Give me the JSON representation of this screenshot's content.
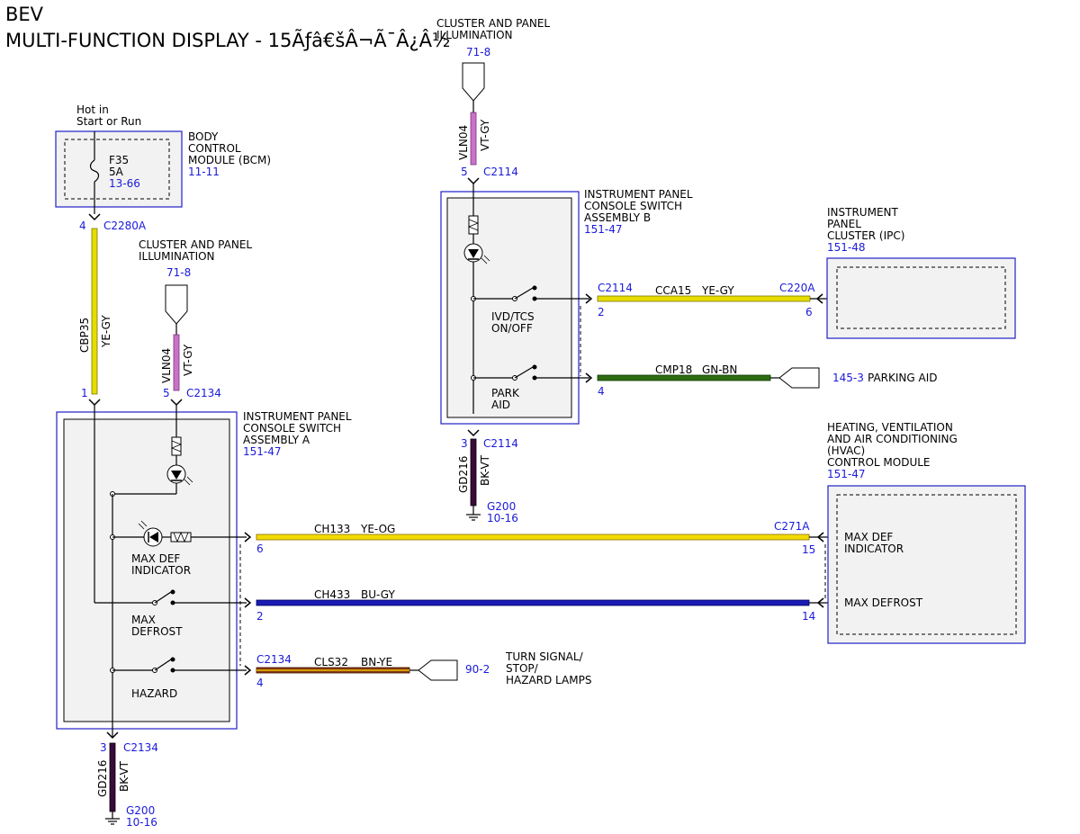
{
  "header": {
    "title_line1": "BEV",
    "title_line2": "MULTI-FUNCTION DISPLAY - 15Ãƒâ€šÂ¬Ã¯Â¿Â½"
  },
  "top_illum": {
    "line1": "CLUSTER AND PANEL",
    "line2": "ILLUMINATION",
    "ref": "71-8"
  },
  "left_illum": {
    "line1": "CLUSTER AND PANEL",
    "line2": "ILLUMINATION",
    "ref": "71-8"
  },
  "hot_in": {
    "line1": "Hot in",
    "line2": "Start or Run"
  },
  "bcm": {
    "name_line1": "BODY",
    "name_line2": "CONTROL",
    "name_line3": "MODULE (BCM)",
    "ref": "11-11",
    "fuse": "F35",
    "amps": "5A",
    "fuse_ref": "13-66"
  },
  "wires": {
    "cbp35": {
      "circuit": "CBP35",
      "color": "YE-GY",
      "pin_top": "4",
      "conn_top": "C2280A",
      "pin_bottom": "1"
    },
    "vln04_left": {
      "circuit": "VLN04",
      "color": "VT-GY",
      "pin": "5",
      "conn": "C2134"
    },
    "vln04_top": {
      "circuit": "VLN04",
      "color": "VT-GY",
      "pin": "5",
      "conn": "C2114"
    },
    "gd216_b": {
      "circuit": "GD216",
      "color": "BK-VT",
      "pin": "3",
      "conn": "C2114",
      "ground": "G200",
      "ground_ref": "10-16"
    },
    "gd216_a": {
      "circuit": "GD216",
      "color": "BK-VT",
      "pin": "3",
      "conn": "C2134",
      "ground": "G200",
      "ground_ref": "10-16"
    },
    "cca15": {
      "circuit": "CCA15",
      "color": "YE-GY",
      "left_conn": "C2114",
      "left_pin": "2",
      "right_conn": "C220A",
      "right_pin": "6"
    },
    "cmp18": {
      "circuit": "CMP18",
      "color": "GN-BN",
      "left_pin": "4",
      "dest_ref": "145-3",
      "dest": "PARKING AID"
    },
    "ch133": {
      "circuit": "CH133",
      "color": "YE-OG",
      "left_pin": "6",
      "right_conn": "C271A",
      "right_pin": "15"
    },
    "ch433": {
      "circuit": "CH433",
      "color": "BU-GY",
      "left_pin": "2",
      "right_pin": "14"
    },
    "cls32": {
      "circuit": "CLS32",
      "color": "BN-YE",
      "left_conn": "C2134",
      "left_pin": "4",
      "dest_ref": "90-2",
      "dest_line1": "TURN SIGNAL/",
      "dest_line2": "STOP/",
      "dest_line3": "HAZARD LAMPS"
    }
  },
  "switch_b": {
    "name_line1": "INSTRUMENT PANEL",
    "name_line2": "CONSOLE SWITCH",
    "name_line3": "ASSEMBLY B",
    "ref": "151-47",
    "sw1_line1": "IVD/TCS",
    "sw1_line2": "ON/OFF",
    "sw2_line1": "PARK",
    "sw2_line2": "AID"
  },
  "ipc": {
    "name_line1": "INSTRUMENT",
    "name_line2": "PANEL",
    "name_line3": "CLUSTER (IPC)",
    "ref": "151-48"
  },
  "switch_a": {
    "name_line1": "INSTRUMENT PANEL",
    "name_line2": "CONSOLE SWITCH",
    "name_line3": "ASSEMBLY A",
    "ref": "151-47",
    "maxdef_line1": "MAX DEF",
    "maxdef_line2": "INDICATOR",
    "maxdefrost_line1": "MAX",
    "maxdefrost_line2": "DEFROST",
    "hazard": "HAZARD"
  },
  "hvac": {
    "name_line1": "HEATING, VENTILATION",
    "name_line2": "AND AIR CONDITIONING",
    "name_line3": "(HVAC)",
    "name_line4": "CONTROL MODULE",
    "ref": "151-47",
    "pin15_line1": "MAX DEF",
    "pin15_line2": "INDICATOR",
    "pin14": "MAX DEFROST"
  },
  "colors": {
    "link_blue": "#1a1adb",
    "box_fill": "#f2f2f2",
    "yellow": "#f2e600",
    "violet": "#c873c8",
    "black_violet": "#3a0a3a",
    "green": "#2e6b12",
    "blue_wire": "#1a1ab4",
    "brown": "#8a3a10"
  }
}
